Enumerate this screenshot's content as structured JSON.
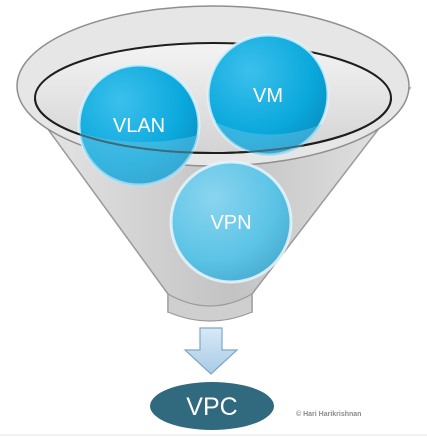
{
  "diagram": {
    "funnel_items": [
      {
        "label": "VLAN",
        "color": "#0aa8dc"
      },
      {
        "label": "VM",
        "color": "#0aa8dc"
      },
      {
        "label": "VPN",
        "color": "#5bc3e6"
      }
    ],
    "result_label": "VPC",
    "credit": "© Hari Harikrishnan",
    "colors": {
      "funnel_rim": "#a7a7a7",
      "arrow": "#a8cbe6",
      "result": "#31697f"
    }
  }
}
